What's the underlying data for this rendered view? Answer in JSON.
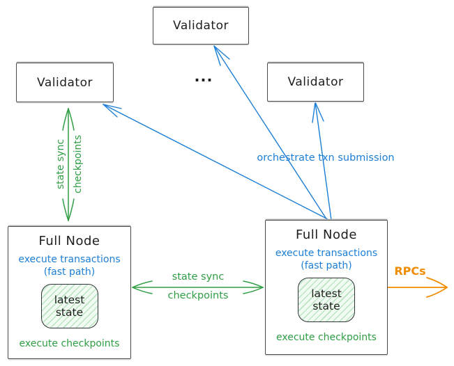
{
  "diagram": {
    "validators": {
      "top_left": "Validator",
      "top_center": "Validator",
      "top_right": "Validator"
    },
    "ellipsis": "...",
    "full_node_left": {
      "title": "Full Node",
      "exec_line1": "execute transactions",
      "exec_line2": "(fast path)",
      "state_line1": "latest",
      "state_line2": "state",
      "footer": "execute checkpoints"
    },
    "full_node_right": {
      "title": "Full Node",
      "exec_line1": "execute transactions",
      "exec_line2": "(fast path)",
      "state_line1": "latest",
      "state_line2": "state",
      "footer": "execute checkpoints"
    },
    "arrows": {
      "vertical_state_sync": {
        "label_line1": "state sync",
        "label_line2": "checkpoints",
        "color": "#2f9e44",
        "style": "double-headed"
      },
      "horizontal_state_sync": {
        "label_line1": "state sync",
        "label_line2": "checkpoints",
        "color": "#2f9e44",
        "style": "double-headed"
      },
      "orchestrate": {
        "label": "orchestrate txn submission",
        "color": "#1c7ed6",
        "style": "fan-of-three-from-full-node-to-validators"
      },
      "rpcs": {
        "label": "RPCs",
        "color": "#f08c00",
        "style": "single-headed-right"
      }
    },
    "colors": {
      "ink": "#1e1e1e",
      "box_border": "#4b4b4b",
      "state_fill": "#f1fbf2"
    }
  }
}
